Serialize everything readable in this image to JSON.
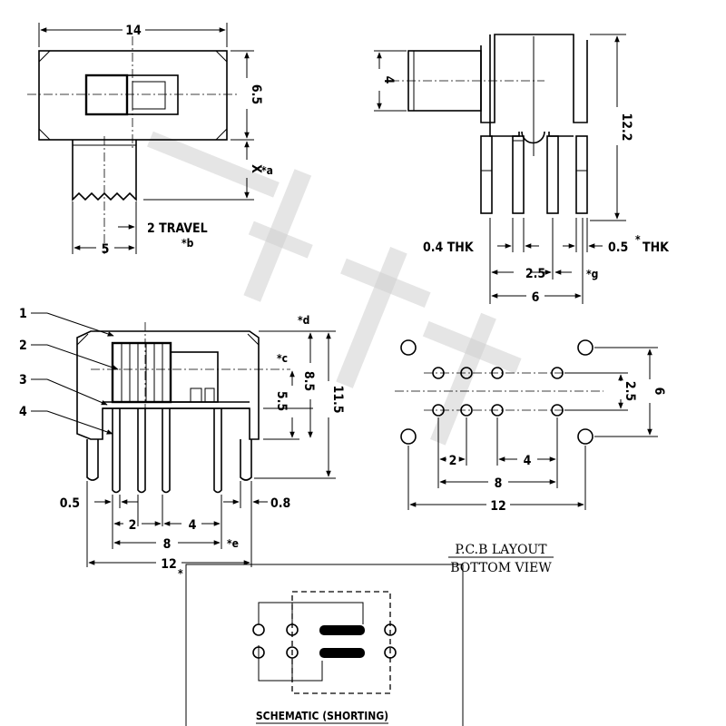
{
  "top_view": {
    "width_dim": "14",
    "height_dim": "6.5",
    "actuator_dim": "X",
    "note_a": "*a",
    "travel_label": "2 TRAVEL",
    "note_b": "*b",
    "actuator_width_dim": "5"
  },
  "side_view": {
    "actuator_dim": "4",
    "height_dim": "12.2",
    "pin_thk_left": "0.4 THK",
    "pin_thk_right": "0.5",
    "thk_star": "*",
    "thk_suffix": "THK",
    "pitch_dim": "2.5",
    "note_g": "*g",
    "width_dim": "6"
  },
  "front_view": {
    "callouts": [
      "1",
      "2",
      "3",
      "4"
    ],
    "note_d": "*d",
    "note_c": "*c",
    "dim_5_5": "5.5",
    "dim_8_5": "8.5",
    "dim_11_5": "11.5",
    "dim_0_5": "0.5",
    "dim_0_8": "0.8",
    "dim_2": "2",
    "dim_4": "4",
    "dim_8": "8",
    "note_e": "*e",
    "dim_12": "12",
    "note_star": "*"
  },
  "pcb_layout": {
    "dim_2_5": "2.5",
    "dim_6": "6",
    "dim_2": "2",
    "dim_4": "4",
    "dim_8": "8",
    "dim_12": "12",
    "title_line1": "P.C.B LAYOUT",
    "title_line2": "BOTTOM VIEW"
  },
  "schematic": {
    "title": "SCHEMATIC (SHORTING)"
  }
}
